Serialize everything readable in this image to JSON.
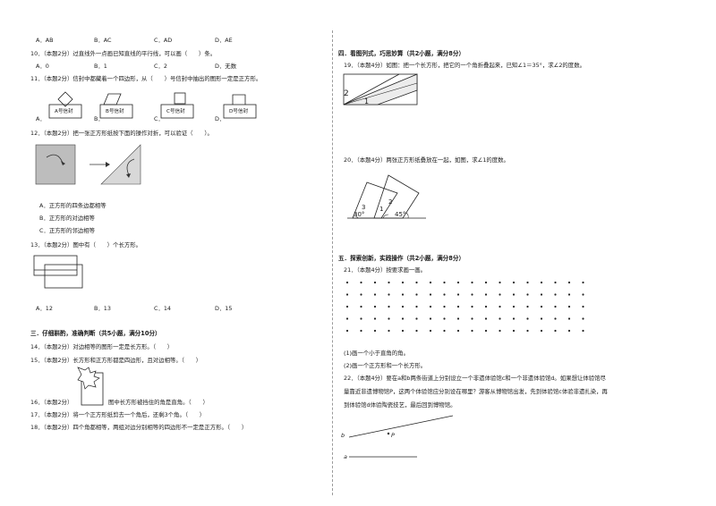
{
  "left": {
    "q9_options": [
      "A．AB",
      "B．AC",
      "C．AD",
      "D．AE"
    ],
    "q10": {
      "text": "10．（本题2分）过直线外一点画已知直线的平行线，可以画（　　）条。",
      "options": [
        "A．0",
        "B．1",
        "C．2",
        "D．无数"
      ]
    },
    "q11": {
      "text": "11．（本题2分）信封中都藏着一个四边形，从（　　）号信封中抽出的图形一定是正方形。",
      "envelopes": [
        "A号信封",
        "B号信封",
        "C号信封",
        "D号信封"
      ],
      "options": [
        "A．",
        "B．",
        "C．",
        "D．"
      ]
    },
    "q12": {
      "text": "12．（本题2分）把一张正方形纸按下面的操作对折，可以验证（　　）。",
      "options": [
        "A．正方形的四条边都相等",
        "B．正方形的对边相等",
        "C．正方形的邻边相等"
      ]
    },
    "q13": {
      "text": "13．（本题2分）图中有（　　）个长方形。",
      "options": [
        "A．12",
        "B．13",
        "C．14",
        "D．15"
      ]
    },
    "section3": "三．仔细斟酌，准确判断（共5小题，满分10分）",
    "q14": "14．（本题2分）对边相等的图形一定是长方形。（　　）",
    "q15": "15．（本题2分）长方形和正方形都是四边形，且对边相等。（　　）",
    "q16": {
      "prefix": "16．（本题2分）",
      "suffix": "图中长方形被挡住的角是直角。（　　）"
    },
    "q17": "17．（本题2分）将一个正方形纸剪去一个角后，还剩3个角。（　　）",
    "q18": "18．（本题2分）四个角都相等，两组对边分别相等的四边形不一定是正方形。（　　）"
  },
  "right": {
    "section4": "四．看图列式，巧思妙算（共2小题，满分8分）",
    "q19": "19．（本题4分）如图：把一个长方形，把它的一个角折叠起来，已知∠1＝35°，求∠2的度数。",
    "q19_fig": {
      "label1": "1",
      "label2": "2"
    },
    "q20": "20．（本题4分）两张正方形纸叠放在一起，如图，求∠1的度数。",
    "q20_fig": {
      "label1": "1",
      "label2": "2",
      "label3": "3",
      "angle_left": "30°",
      "angle_right": "45°"
    },
    "section5": "五．探索创新，实践操作（共2小题，满分8分）",
    "q21": "21．（本题4分）按要求画一画。",
    "dot_grid": {
      "rows": 5,
      "cols": 18
    },
    "q21_items": [
      "(1)画一个小于直角的角。",
      "(2)画一个正方形和一个长方形。"
    ],
    "q22_lines": [
      "22．（本题4分）要在a和b两条街道上分别设立一个非遗体验馆c和一个非遗体验馆d。如果想让体验馆尽",
      "量靠近非遗博物馆P，这两个体验馆应分别设在哪里？游客从博物馆出发，先到体验馆c体验非遗扎染，再",
      "到体验馆d体验陶瓷技艺，最后回到博物馆。"
    ],
    "q22_fig": {
      "label_a": "a",
      "label_b": "b",
      "label_p": "P"
    }
  }
}
